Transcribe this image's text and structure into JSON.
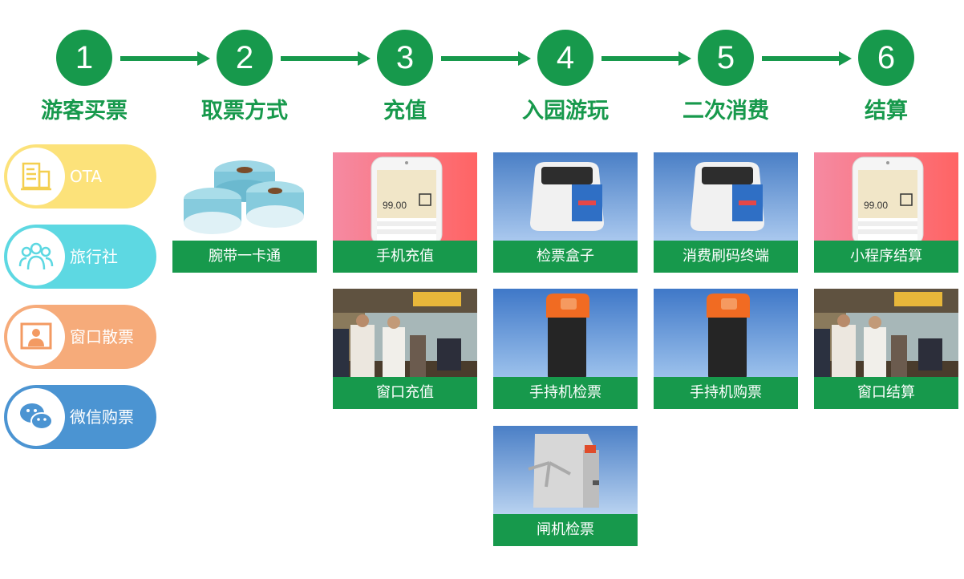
{
  "steps": [
    {
      "num": "1",
      "title": "游客买票"
    },
    {
      "num": "2",
      "title": "取票方式"
    },
    {
      "num": "3",
      "title": "充值"
    },
    {
      "num": "4",
      "title": "入园游玩"
    },
    {
      "num": "5",
      "title": "二次消费"
    },
    {
      "num": "6",
      "title": "结算"
    }
  ],
  "channels": [
    {
      "label": "OTA",
      "icon": "document-building-icon",
      "color": "#fce27a"
    },
    {
      "label": "旅行社",
      "icon": "group-people-icon",
      "color": "#5dd8e2"
    },
    {
      "label": "窗口散票",
      "icon": "window-agent-icon",
      "color": "#f6ab7a"
    },
    {
      "label": "微信购票",
      "icon": "wechat-icon",
      "color": "#4b94d2"
    }
  ],
  "cards": {
    "wristband": "腕带一卡通",
    "mobile_recharge": "手机充值",
    "window_recharge": "窗口充值",
    "ticket_box": "检票盒子",
    "handheld_check": "手持机检票",
    "gate_check": "闸机检票",
    "pos_terminal": "消费刷码终端",
    "handheld_buy": "手持机购票",
    "miniapp_settle": "小程序结算",
    "window_settle": "窗口结算"
  },
  "phone_screen": {
    "amount": "99.00"
  },
  "colors": {
    "brand_green": "#17994c"
  }
}
